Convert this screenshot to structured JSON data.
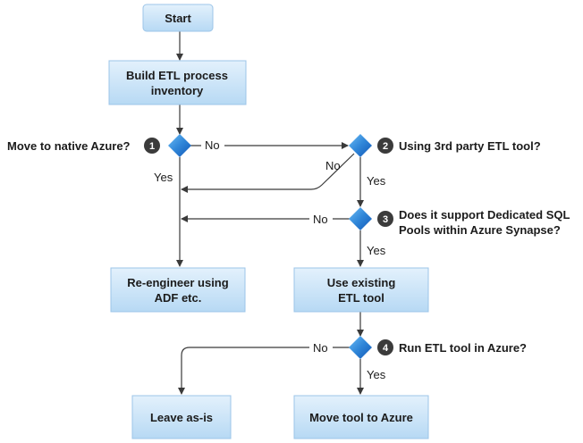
{
  "nodes": {
    "start": "Start",
    "inventory": [
      "Build ETL process",
      "inventory"
    ],
    "reengineer": [
      "Re-engineer using",
      "ADF etc."
    ],
    "use_existing": [
      "Use existing",
      "ETL tool"
    ],
    "leave": "Leave as-is",
    "move_tool": "Move tool to Azure"
  },
  "decisions": [
    {
      "number": "1",
      "question": [
        "Move to native Azure?"
      ]
    },
    {
      "number": "2",
      "question": [
        "Using 3rd party ETL tool?"
      ]
    },
    {
      "number": "3",
      "question": [
        "Does it support Dedicated SQL",
        "Pools within Azure Synapse?"
      ]
    },
    {
      "number": "4",
      "question": [
        "Run ETL tool in Azure?"
      ]
    }
  ],
  "edge_labels": {
    "d1_no": "No",
    "d1_yes": "Yes",
    "d2_no": "No",
    "d2_yes": "Yes",
    "d3_no": "No",
    "d3_yes": "Yes",
    "d4_no": "No",
    "d4_yes": "Yes"
  },
  "colors": {
    "box_fill_top": "#e3f1fc",
    "box_fill_bottom": "#b7d9f4",
    "box_border": "#9cc5e8",
    "diamond_light": "#5ab0f0",
    "diamond_dark": "#1565c0",
    "badge": "#3b3b3b",
    "line": "#3a3a3a"
  }
}
